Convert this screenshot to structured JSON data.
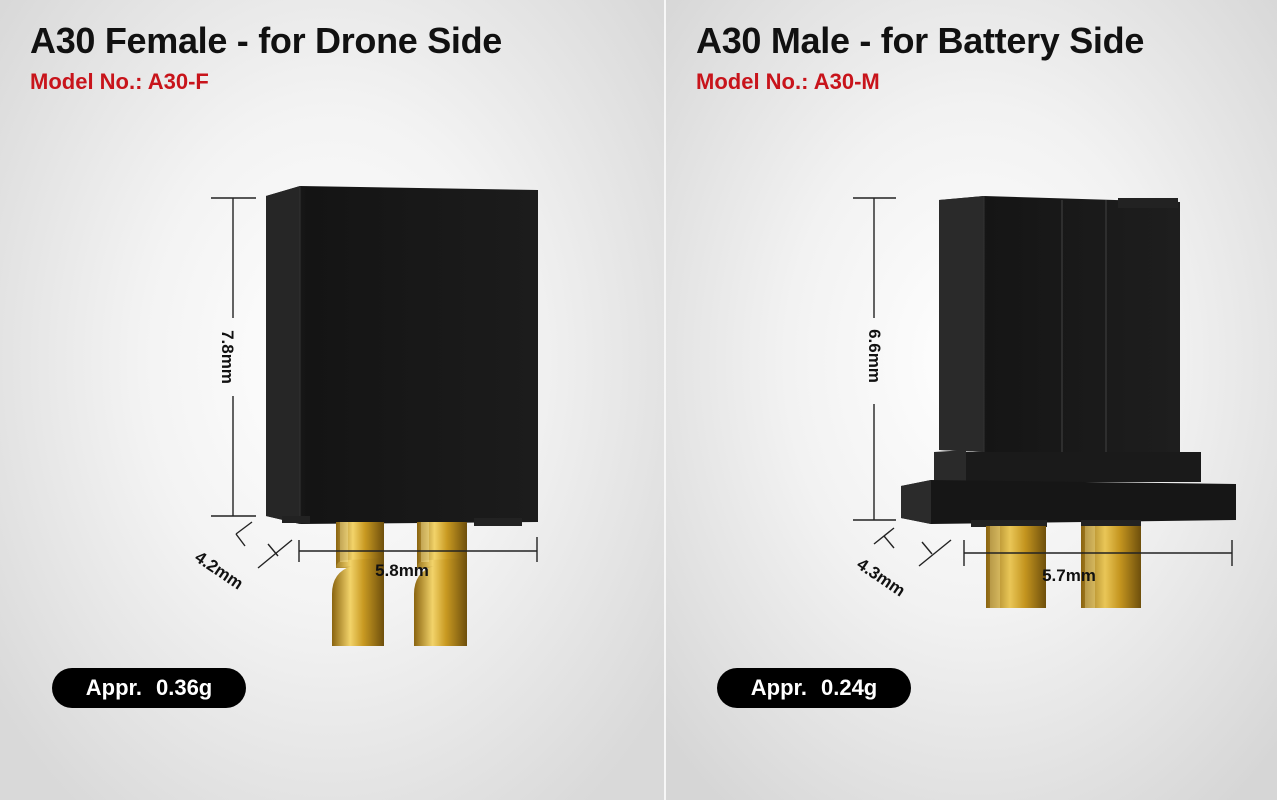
{
  "left": {
    "title": "A30 Female - for Drone Side",
    "model_no": "Model No.: A30-F",
    "dimensions": {
      "height": "7.8mm",
      "width": "5.8mm",
      "depth": "4.2mm"
    },
    "weight": {
      "label": "Appr.",
      "value": "0.36g"
    }
  },
  "right": {
    "title": "A30 Male - for Battery Side",
    "model_no": "Model No.: A30-M",
    "dimensions": {
      "height": "6.6mm",
      "width": "5.7mm",
      "depth": "4.3mm"
    },
    "weight": {
      "label": "Appr.",
      "value": "0.24g"
    }
  },
  "colors": {
    "title": "#111111",
    "model_accent": "#c8141b",
    "connector_body": "#1a1a1a",
    "pin_gold": "#d4a62a",
    "pill_background": "#000000",
    "pill_text": "#ffffff"
  }
}
